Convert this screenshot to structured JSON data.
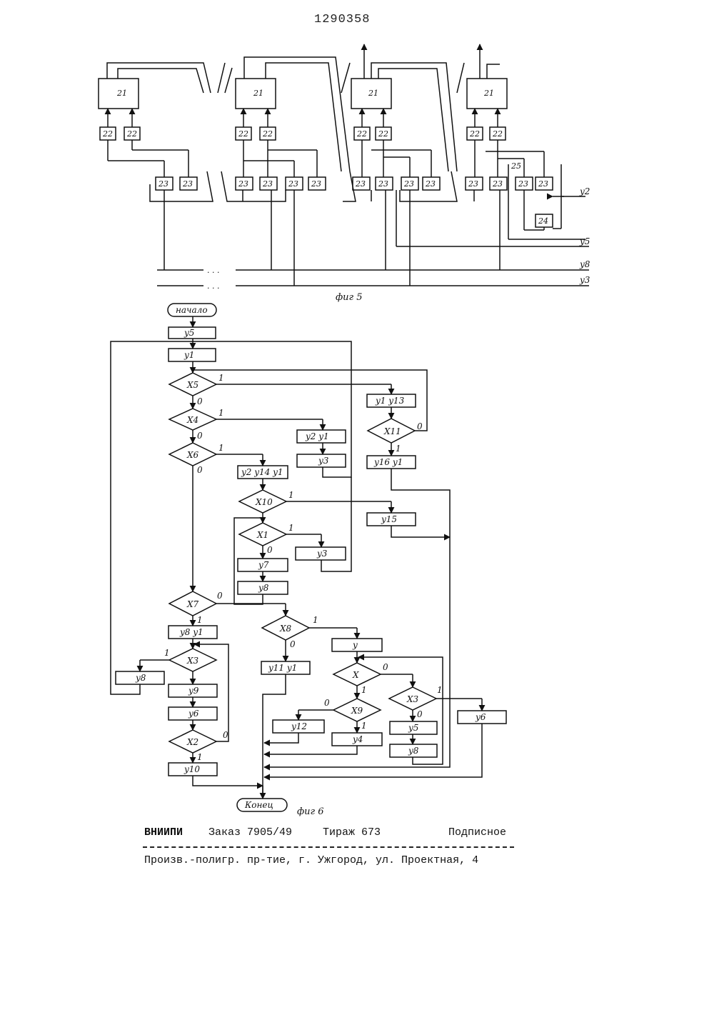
{
  "page_number": "1290358",
  "fig5": {
    "caption": "фиг 5",
    "block_labels": {
      "b21": "21",
      "b22": "22",
      "b23": "23",
      "b24": "24",
      "b25": "25"
    },
    "signals": [
      "y2",
      "y5",
      "y8",
      "y3"
    ]
  },
  "fig6": {
    "caption": "фиг 6",
    "start": "начало",
    "end": "Конец",
    "blocks": {
      "y5": "y5",
      "y1": "y1",
      "y1y13": "y1 y13",
      "y2y1": "y2 y1",
      "y3a": "y3",
      "y16y1": "y16 y1",
      "y2y14y1": "y2 y14 y1",
      "y15": "y15",
      "y3b": "y3",
      "y7": "y7",
      "y8a": "y8",
      "y8y1": "y8 y1",
      "y8b": "y8",
      "y9": "y9",
      "y6": "y6",
      "y10": "y10",
      "y11y1": "y11 y1",
      "y": "y",
      "y12": "y12",
      "y4": "y4",
      "y5b": "y5",
      "y8c": "y8",
      "y6b": "y6"
    },
    "decisions": {
      "x5": "X5",
      "x4": "X4",
      "x11": "X11",
      "x6": "X6",
      "x10": "X10",
      "x1": "X1",
      "x7": "X7",
      "x8": "X8",
      "x3": "X3",
      "x": "X",
      "x3b": "X3",
      "x9": "X9",
      "x2": "X2"
    },
    "branch_one": "1",
    "branch_zero": "0"
  },
  "footer": {
    "org": "ВНИИПИ",
    "order": "Заказ 7905/49",
    "circulation": "Тираж 673",
    "subscription": "Подписное",
    "address": "Произв.-полигр. пр-тие, г. Ужгород, ул. Проектная, 4"
  }
}
